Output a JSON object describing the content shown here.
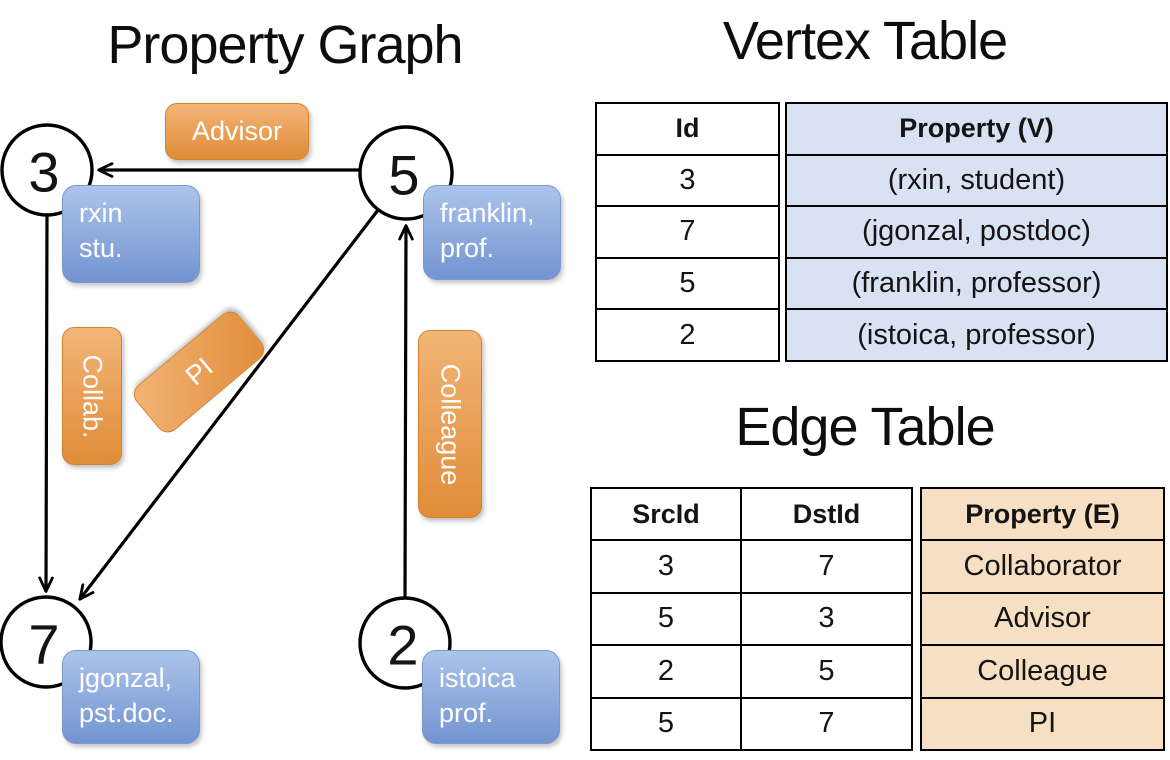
{
  "titles": {
    "graph": "Property Graph",
    "vertex": "Vertex Table",
    "edge": "Edge Table"
  },
  "graph": {
    "nodes": [
      {
        "id": "3"
      },
      {
        "id": "5"
      },
      {
        "id": "7"
      },
      {
        "id": "2"
      }
    ],
    "node_labels": [
      {
        "line1": "rxin",
        "line2": "stu."
      },
      {
        "line1": "franklin,",
        "line2": "prof."
      },
      {
        "line1": "jgonzal,",
        "line2": "pst.doc."
      },
      {
        "line1": "istoica",
        "line2": "prof."
      }
    ],
    "edge_labels": {
      "advisor": "Advisor",
      "collab": "Collab.",
      "pi": "PI",
      "colleague": "Colleague"
    }
  },
  "vertex_table": {
    "headers": {
      "id": "Id",
      "property": "Property (V)"
    },
    "rows": [
      {
        "id": "3",
        "property": "(rxin, student)"
      },
      {
        "id": "7",
        "property": "(jgonzal, postdoc)"
      },
      {
        "id": "5",
        "property": "(franklin, professor)"
      },
      {
        "id": "2",
        "property": "(istoica, professor)"
      }
    ]
  },
  "edge_table": {
    "headers": {
      "src": "SrcId",
      "dst": "DstId",
      "property": "Property (E)"
    },
    "rows": [
      {
        "src": "3",
        "dst": "7",
        "property": "Collaborator"
      },
      {
        "src": "5",
        "dst": "3",
        "property": "Advisor"
      },
      {
        "src": "2",
        "dst": "5",
        "property": "Colleague"
      },
      {
        "src": "5",
        "dst": "7",
        "property": "PI"
      }
    ]
  },
  "colors": {
    "edge_label_fill": "#E89A4C",
    "vertex_label_fill": "#8AA9DE",
    "vertex_property_cell": "#D9E2F3",
    "edge_property_cell": "#F6DFC3",
    "line": "#000000"
  }
}
